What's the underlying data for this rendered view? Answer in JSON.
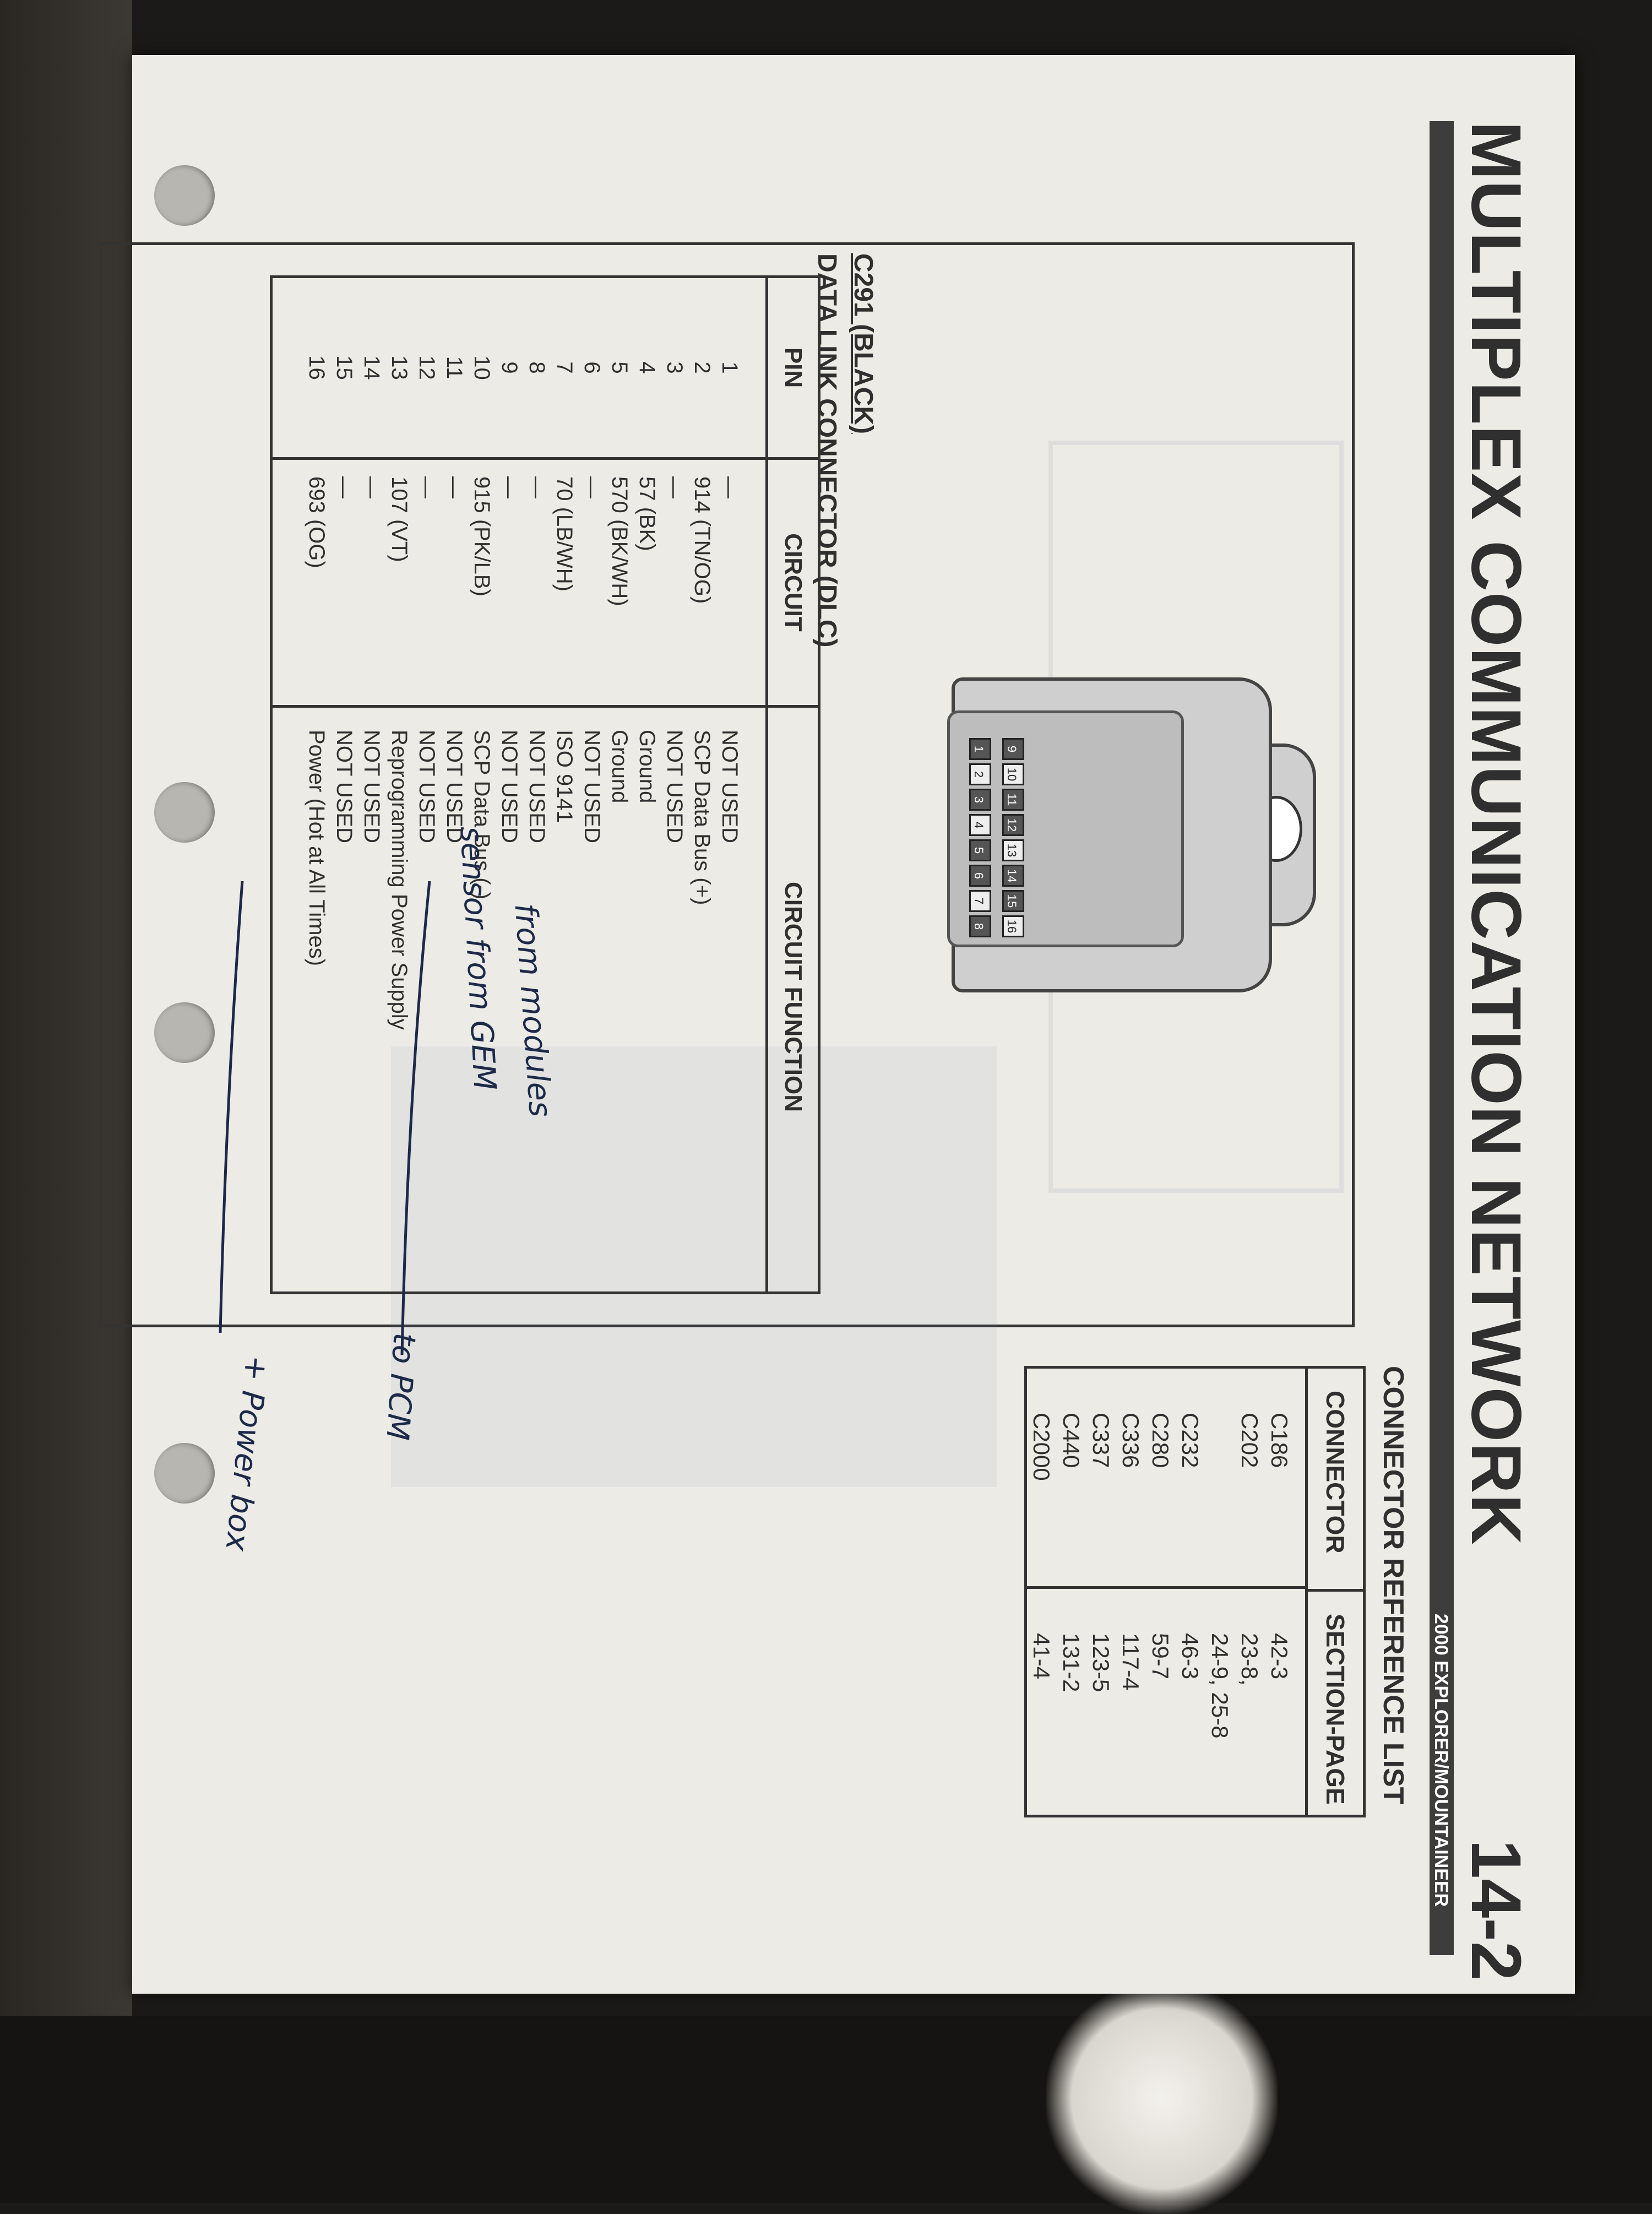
{
  "header": {
    "title": "MULTIPLEX COMMUNICATION NETWORK",
    "page_number": "14-2",
    "subtitle": "2000 EXPLORER/MOUNTAINEER"
  },
  "connector_reference_list": {
    "title": "CONNECTOR REFERENCE LIST",
    "headers": [
      "CONNECTOR",
      "SECTION-PAGE"
    ],
    "connectors": [
      "C186",
      "C202",
      "",
      "C232",
      "C280",
      "C336",
      "C337",
      "C440",
      "C2000"
    ],
    "section_pages": [
      "42-3",
      "23-8,",
      "24-9, 25-8",
      "46-3",
      "59-7",
      "117-4",
      "123-5",
      "131-2",
      "41-4"
    ]
  },
  "dlc": {
    "connector_name": "C291 (BLACK)",
    "connector_desc": "DATA LINK CONNECTOR (DLC)",
    "top_pins": [
      "1",
      "2",
      "3",
      "4",
      "5",
      "6",
      "7",
      "8"
    ],
    "bottom_pins": [
      "9",
      "10",
      "11",
      "12",
      "13",
      "14",
      "15",
      "16"
    ]
  },
  "pin_table": {
    "headers": [
      "PIN",
      "CIRCUIT",
      "CIRCUIT FUNCTION"
    ],
    "rows": [
      {
        "pin": "1",
        "circuit": "—",
        "function": "NOT USED"
      },
      {
        "pin": "2",
        "circuit": "914 (TN/OG)",
        "function": "SCP Data Bus (+)"
      },
      {
        "pin": "3",
        "circuit": "—",
        "function": "NOT USED"
      },
      {
        "pin": "4",
        "circuit": "57 (BK)",
        "function": "Ground"
      },
      {
        "pin": "5",
        "circuit": "570 (BK/WH)",
        "function": "Ground"
      },
      {
        "pin": "6",
        "circuit": "—",
        "function": "NOT USED"
      },
      {
        "pin": "7",
        "circuit": "70 (LB/WH)",
        "function": "ISO 9141"
      },
      {
        "pin": "8",
        "circuit": "—",
        "function": "NOT USED"
      },
      {
        "pin": "9",
        "circuit": "—",
        "function": "NOT USED"
      },
      {
        "pin": "10",
        "circuit": "915 (PK/LB)",
        "function": "SCP Data Bus (-)"
      },
      {
        "pin": "11",
        "circuit": "—",
        "function": "NOT USED"
      },
      {
        "pin": "12",
        "circuit": "—",
        "function": "NOT USED"
      },
      {
        "pin": "13",
        "circuit": "107 (VT)",
        "function": "Reprogramming Power Supply"
      },
      {
        "pin": "14",
        "circuit": "—",
        "function": "NOT USED"
      },
      {
        "pin": "15",
        "circuit": "—",
        "function": "NOT USED"
      },
      {
        "pin": "16",
        "circuit": "693 (OG)",
        "function": "Power (Hot at All Times)"
      }
    ]
  },
  "handwriting": {
    "modules": "from modules",
    "sensor": "sensor from GEM",
    "to_pcm": "to PCM",
    "power_box": "+ Power box"
  }
}
